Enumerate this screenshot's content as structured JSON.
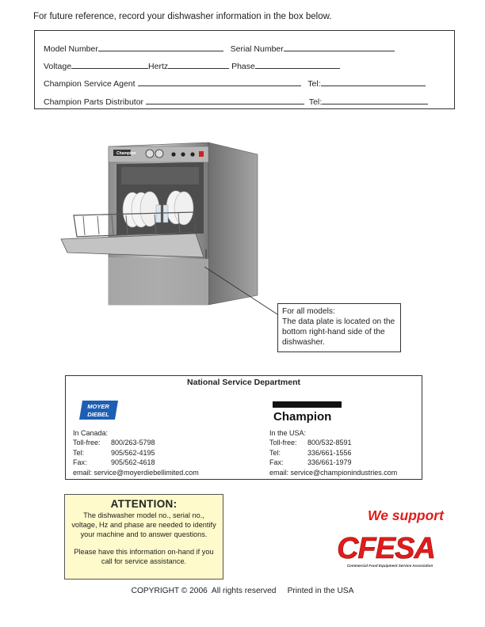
{
  "intro": "For future reference, record your dishwasher information in the box below.",
  "record_fields": {
    "model": "Model Number",
    "serial": "Serial Number",
    "voltage": "Voltage",
    "hertz": "Hertz",
    "phase": "Phase",
    "agent": "Champion Service Agent",
    "agent_tel": "Tel:",
    "distributor": "Champion Parts Distributor",
    "distributor_tel": "Tel:"
  },
  "illustration": {
    "brand_plate": "Champion"
  },
  "callout": {
    "line1": "For all models:",
    "line2": "The data plate is located on the bottom right-hand side of the dishwasher."
  },
  "service": {
    "title": "National Service Department",
    "canada": {
      "logo_text": [
        "MOYER",
        "DIEBEL"
      ],
      "heading": "In Canada:",
      "tollfree_label": "Toll-free:",
      "tollfree": "800/263-5798",
      "tel_label": "Tel:",
      "tel": "905/562-4195",
      "fax_label": "Fax:",
      "fax": "905/562-4618",
      "email_label": "email:",
      "email": "service@moyerdiebellimited.com"
    },
    "usa": {
      "logo_text": "Champion",
      "heading": "In the USA:",
      "tollfree_label": "Toll-free:",
      "tollfree": "800/532-8591",
      "tel_label": "Tel:",
      "tel": "336/661-1556",
      "fax_label": "Fax:",
      "fax": "336/661-1979",
      "email_label": "email:",
      "email": "service@championindustries.com"
    }
  },
  "attention": {
    "title": "ATTENTION:",
    "p1": "The dishwasher model no., serial no., voltage, Hz and phase are needed to identify your machine and to answer questions.",
    "p2": "Please have this information on-hand if you call for service assistance."
  },
  "support": {
    "tagline": "We support",
    "logo": "CFESA",
    "logo_sub": "Commercial Food Equipment Service Association"
  },
  "copyright": "COPYRIGHT © 2006  All rights reserved     Printed in the USA",
  "colors": {
    "attention_bg": "#fffacb",
    "support_red": "#e31b1b",
    "moyer_blue": "#1d5fb4"
  }
}
